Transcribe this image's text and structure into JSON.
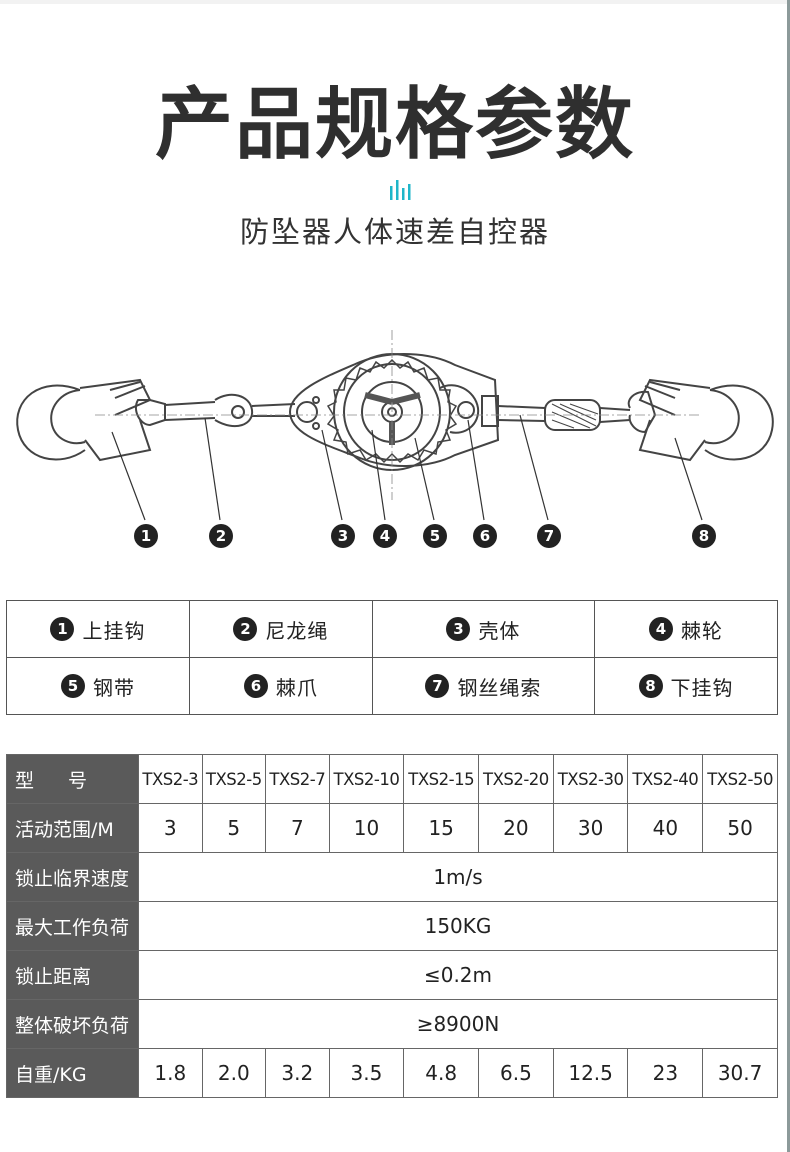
{
  "title": "产品规格参数",
  "subtitle": "防坠器人体速差自控器",
  "diagram": {
    "callouts": [
      "1",
      "2",
      "3",
      "4",
      "5",
      "6",
      "7",
      "8"
    ]
  },
  "parts": [
    {
      "num": "1",
      "label": "上挂钩"
    },
    {
      "num": "2",
      "label": "尼龙绳"
    },
    {
      "num": "3",
      "label": "壳体"
    },
    {
      "num": "4",
      "label": "棘轮"
    },
    {
      "num": "5",
      "label": "钢带"
    },
    {
      "num": "6",
      "label": "棘爪"
    },
    {
      "num": "7",
      "label": "钢丝绳索"
    },
    {
      "num": "8",
      "label": "下挂钩"
    }
  ],
  "specs": {
    "model_label": "型 号",
    "models": [
      "TXS2-3",
      "TXS2-5",
      "TXS2-7",
      "TXS2-10",
      "TXS2-15",
      "TXS2-20",
      "TXS2-30",
      "TXS2-40",
      "TXS2-50"
    ],
    "range_label": "活动范围/M",
    "ranges": [
      "3",
      "5",
      "7",
      "10",
      "15",
      "20",
      "30",
      "40",
      "50"
    ],
    "speed_label": "锁止临界速度",
    "speed_value": "1m/s",
    "load_label": "最大工作负荷",
    "load_value": "150KG",
    "distance_label": "锁止距离",
    "distance_value": "≤0.2m",
    "break_label": "整体破坏负荷",
    "break_value": "≥8900N",
    "weight_label": "自重/KG",
    "weights": [
      "1.8",
      "2.0",
      "3.2",
      "3.5",
      "4.8",
      "6.5",
      "12.5",
      "23",
      "30.7"
    ]
  },
  "colors": {
    "accent": "#1fb6c9",
    "header_bg": "#5a5a5a"
  }
}
